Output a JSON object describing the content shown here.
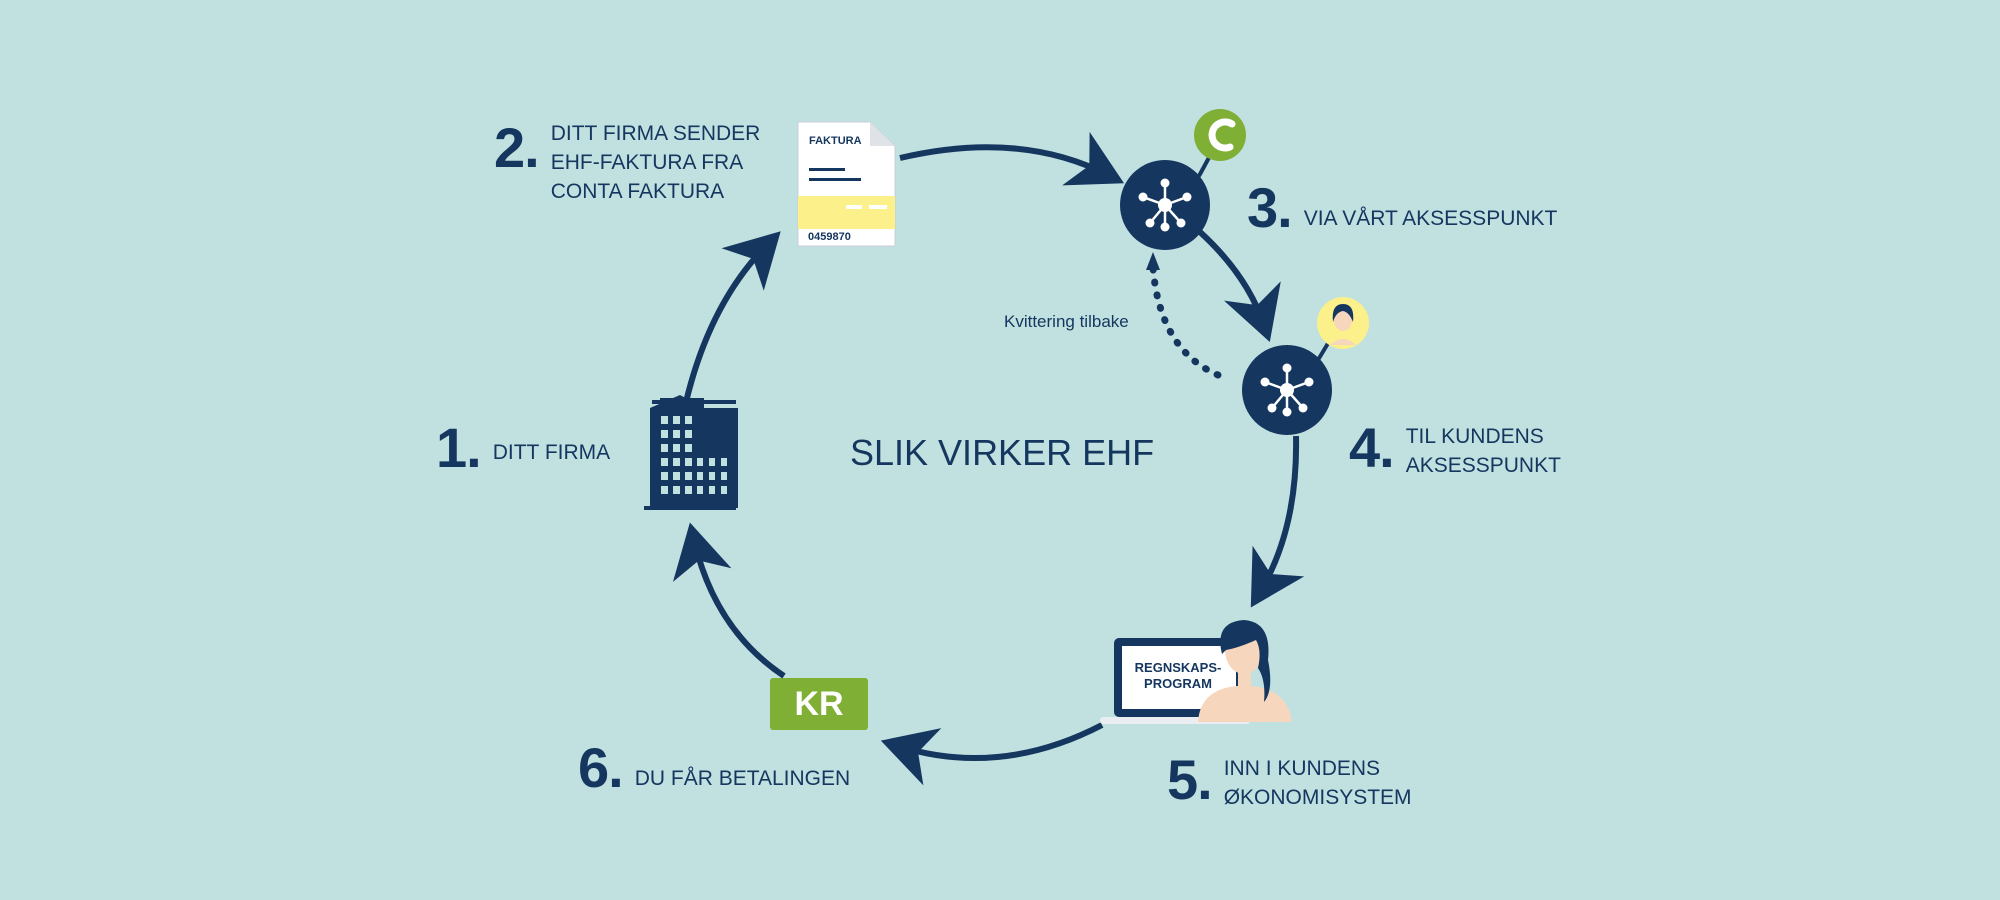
{
  "title": "SLIK VIRKER EHF",
  "feedback_label": "Kvittering tilbake",
  "steps": [
    {
      "num": "1.",
      "label": "DITT FIRMA"
    },
    {
      "num": "2.",
      "label": "DITT FIRMA SENDER\nEHF-FAKTURA FRA\nCONTA FAKTURA"
    },
    {
      "num": "3.",
      "label": "VIA VÅRT AKSESSPUNKT"
    },
    {
      "num": "4.",
      "label": "TIL KUNDENS\nAKSESSPUNKT"
    },
    {
      "num": "5.",
      "label": "INN I KUNDENS\nØKONOMISYSTEM"
    },
    {
      "num": "6.",
      "label": "DU FÅR BETALINGEN"
    }
  ],
  "invoice": {
    "title": "FAKTURA",
    "number": "0459870"
  },
  "screen_label": "REGNSKAPS-\nPROGRAM",
  "payment_badge": "KR",
  "colors": {
    "background": "#c1e0e0",
    "navy": "#14365f",
    "green": "#7faf35",
    "yellow": "#fbf08a"
  },
  "icons": [
    "building-icon",
    "invoice-document-icon",
    "network-hub-icon",
    "conta-logo-icon",
    "person-avatar-icon",
    "laptop-icon",
    "woman-icon",
    "currency-badge"
  ]
}
